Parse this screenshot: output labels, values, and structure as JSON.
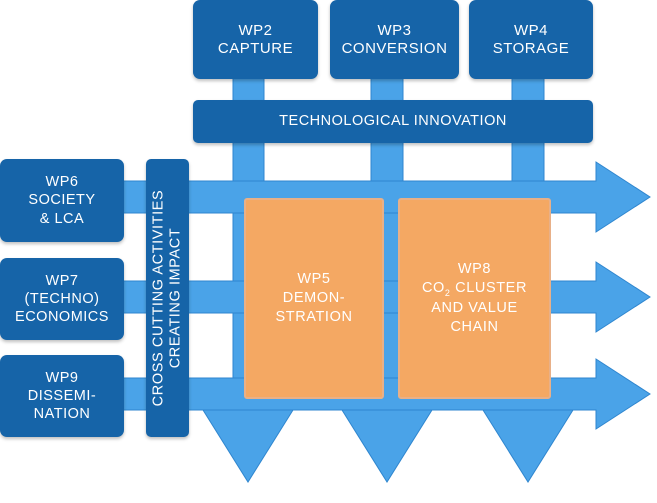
{
  "colors": {
    "box": "#1664a8",
    "arrow": "#4aa3e8",
    "arrow_edge": "#2f86cf",
    "core": "#f4a863",
    "text": "#ffffff"
  },
  "top_packages": [
    {
      "code": "WP2",
      "name": "CAPTURE"
    },
    {
      "code": "WP3",
      "name": "CONVERSION"
    },
    {
      "code": "WP4",
      "name": "STORAGE"
    }
  ],
  "technology_bar": "TECHNOLOGICAL INNOVATION",
  "left_packages": [
    {
      "lines": [
        "WP6",
        "SOCIETY",
        "& LCA"
      ]
    },
    {
      "lines": [
        "WP7",
        "(TECHNO)",
        "ECONOMICS"
      ]
    },
    {
      "lines": [
        "WP9",
        "DISSEMI-",
        "NATION"
      ]
    }
  ],
  "cross_cutting": [
    "CROSS CUTTING ACTIVITIES",
    "CREATING IMPACT"
  ],
  "core_packages": [
    {
      "lines": [
        "WP5",
        "DEMON-",
        "STRATION"
      ]
    },
    {
      "lines": [
        "WP8",
        "CO",
        "2",
        " CLUSTER",
        "AND VALUE",
        "CHAIN"
      ]
    }
  ]
}
